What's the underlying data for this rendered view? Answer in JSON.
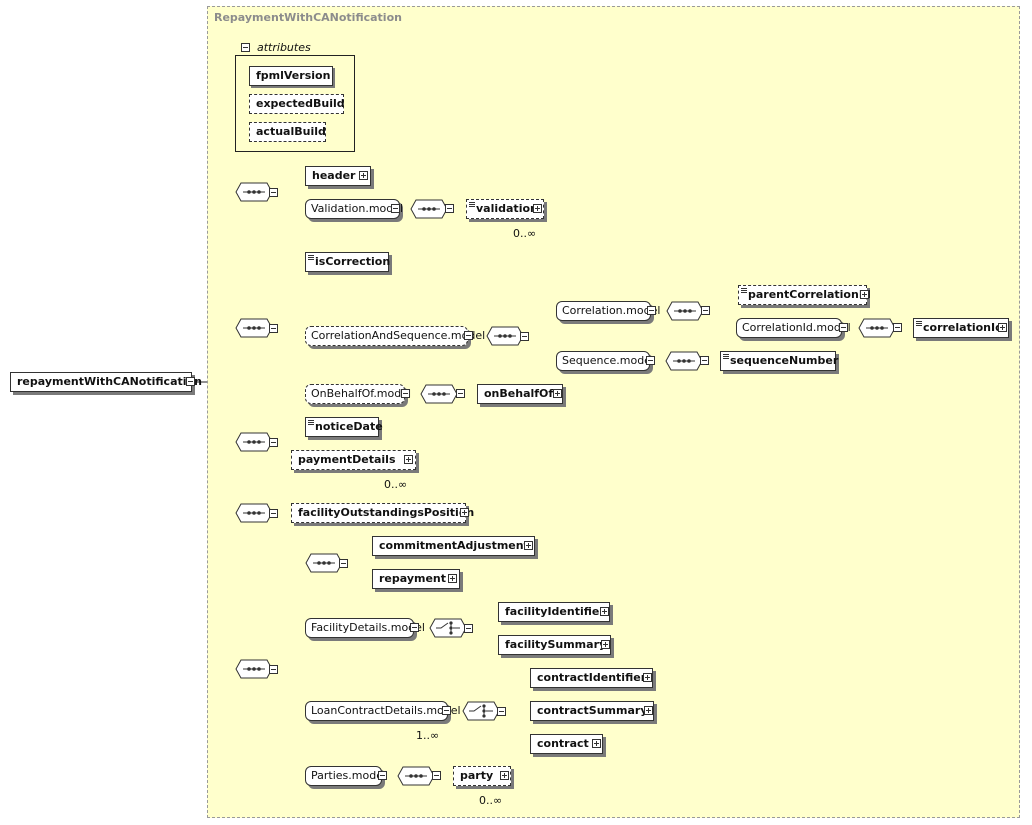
{
  "root": {
    "label": "repaymentWithCANotification"
  },
  "panel": {
    "title": "RepaymentWithCANotification"
  },
  "attributes": {
    "label": "attributes",
    "items": [
      "fpmlVersion",
      "expectedBuild",
      "actualBuild"
    ]
  },
  "elements": {
    "header": "header",
    "validation_model": "Validation.model",
    "validation": "validation",
    "isCorrection": "isCorrection",
    "correlation_and_sequence_model": "CorrelationAndSequence.model",
    "correlation_model": "Correlation.model",
    "parentCorrelationId": "parentCorrelationId",
    "correlationId_model": "CorrelationId.model",
    "correlationId": "correlationId",
    "sequence_model": "Sequence.model",
    "sequenceNumber": "sequenceNumber",
    "onBehalfOf_model": "OnBehalfOf.model",
    "onBehalfOf": "onBehalfOf",
    "noticeDate": "noticeDate",
    "paymentDetails": "paymentDetails",
    "facilityOutstandingsPosition": "facilityOutstandingsPosition",
    "commitmentAdjustment": "commitmentAdjustment",
    "repayment": "repayment",
    "facilityDetails_model": "FacilityDetails.model",
    "facilityIdentifier": "facilityIdentifier",
    "facilitySummary": "facilitySummary",
    "loanContractDetails_model": "LoanContractDetails.model",
    "contractIdentifier": "contractIdentifier",
    "contractSummary": "contractSummary",
    "contract": "contract",
    "parties_model": "Parties.model",
    "party": "party"
  },
  "cardinality": {
    "validation": "0..∞",
    "paymentDetails": "0..∞",
    "loanContractDetails": "1..∞",
    "party": "0..∞"
  },
  "colors": {
    "panel_bg": "#ffffcc",
    "panel_border": "#9a9a9a",
    "title": "#8c8c8c"
  }
}
